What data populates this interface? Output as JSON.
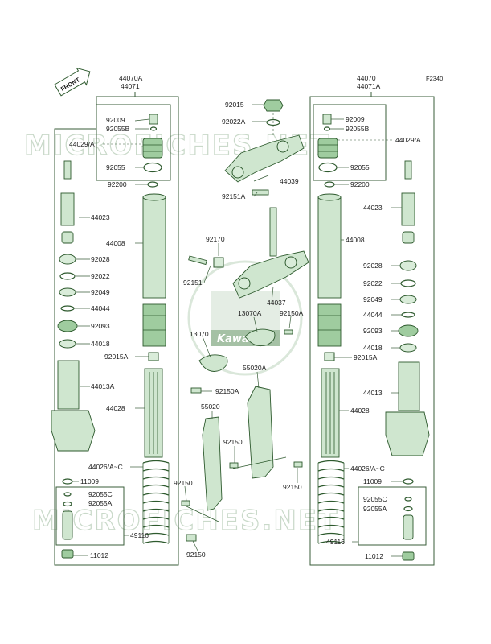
{
  "figure_code": "F2340",
  "front_label": "FRONT",
  "watermark": "MICROFICHES.NET",
  "logo_text": "Kawasaki",
  "left_header": [
    "44070A",
    "44071"
  ],
  "right_header": [
    "44070",
    "44071A"
  ],
  "left_labels": {
    "l92009": "92009",
    "l92055B": "92055B",
    "l44029": "44029/A",
    "l92055": "92055",
    "l92200": "92200",
    "l44023": "44023",
    "l44008": "44008",
    "l92028": "92028",
    "l92022": "92022",
    "l92049": "92049",
    "l44044": "44044",
    "l92093": "92093",
    "l44018": "44018",
    "l92015A": "92015A",
    "l44013A": "44013A",
    "l44028": "44028",
    "l44026": "44026/A~C",
    "l11009": "11009",
    "l92055C": "92055C",
    "l92055A": "92055A",
    "l49116": "49116",
    "l11012": "11012"
  },
  "center_labels": {
    "c92015": "92015",
    "c92022A": "92022A",
    "c44039": "44039",
    "c92151A": "92151A",
    "c92170": "92170",
    "c92151": "92151",
    "c44037": "44037",
    "c13070A": "13070A",
    "c92150A_top": "92150A",
    "c13070": "13070",
    "c55020A": "55020A",
    "c92150A_mid": "92150A",
    "c55020": "55020",
    "c92150_a": "92150",
    "c92150_b": "92150",
    "c92150_c": "92150",
    "c92150_d": "92150"
  },
  "right_labels": {
    "r92009": "92009",
    "r92055B": "92055B",
    "r44029": "44029/A",
    "r92055": "92055",
    "r92200": "92200",
    "r44023": "44023",
    "r44008": "44008",
    "r92028": "92028",
    "r92022": "92022",
    "r92049": "92049",
    "r44044": "44044",
    "r92093": "92093",
    "r44018": "44018",
    "r92015A": "92015A",
    "r44013": "44013",
    "r44028": "44028",
    "r44026": "44026/A~C",
    "r11009": "11009",
    "r92055C": "92055C",
    "r92055A": "92055A",
    "r49116": "49116",
    "r11012": "11012"
  }
}
